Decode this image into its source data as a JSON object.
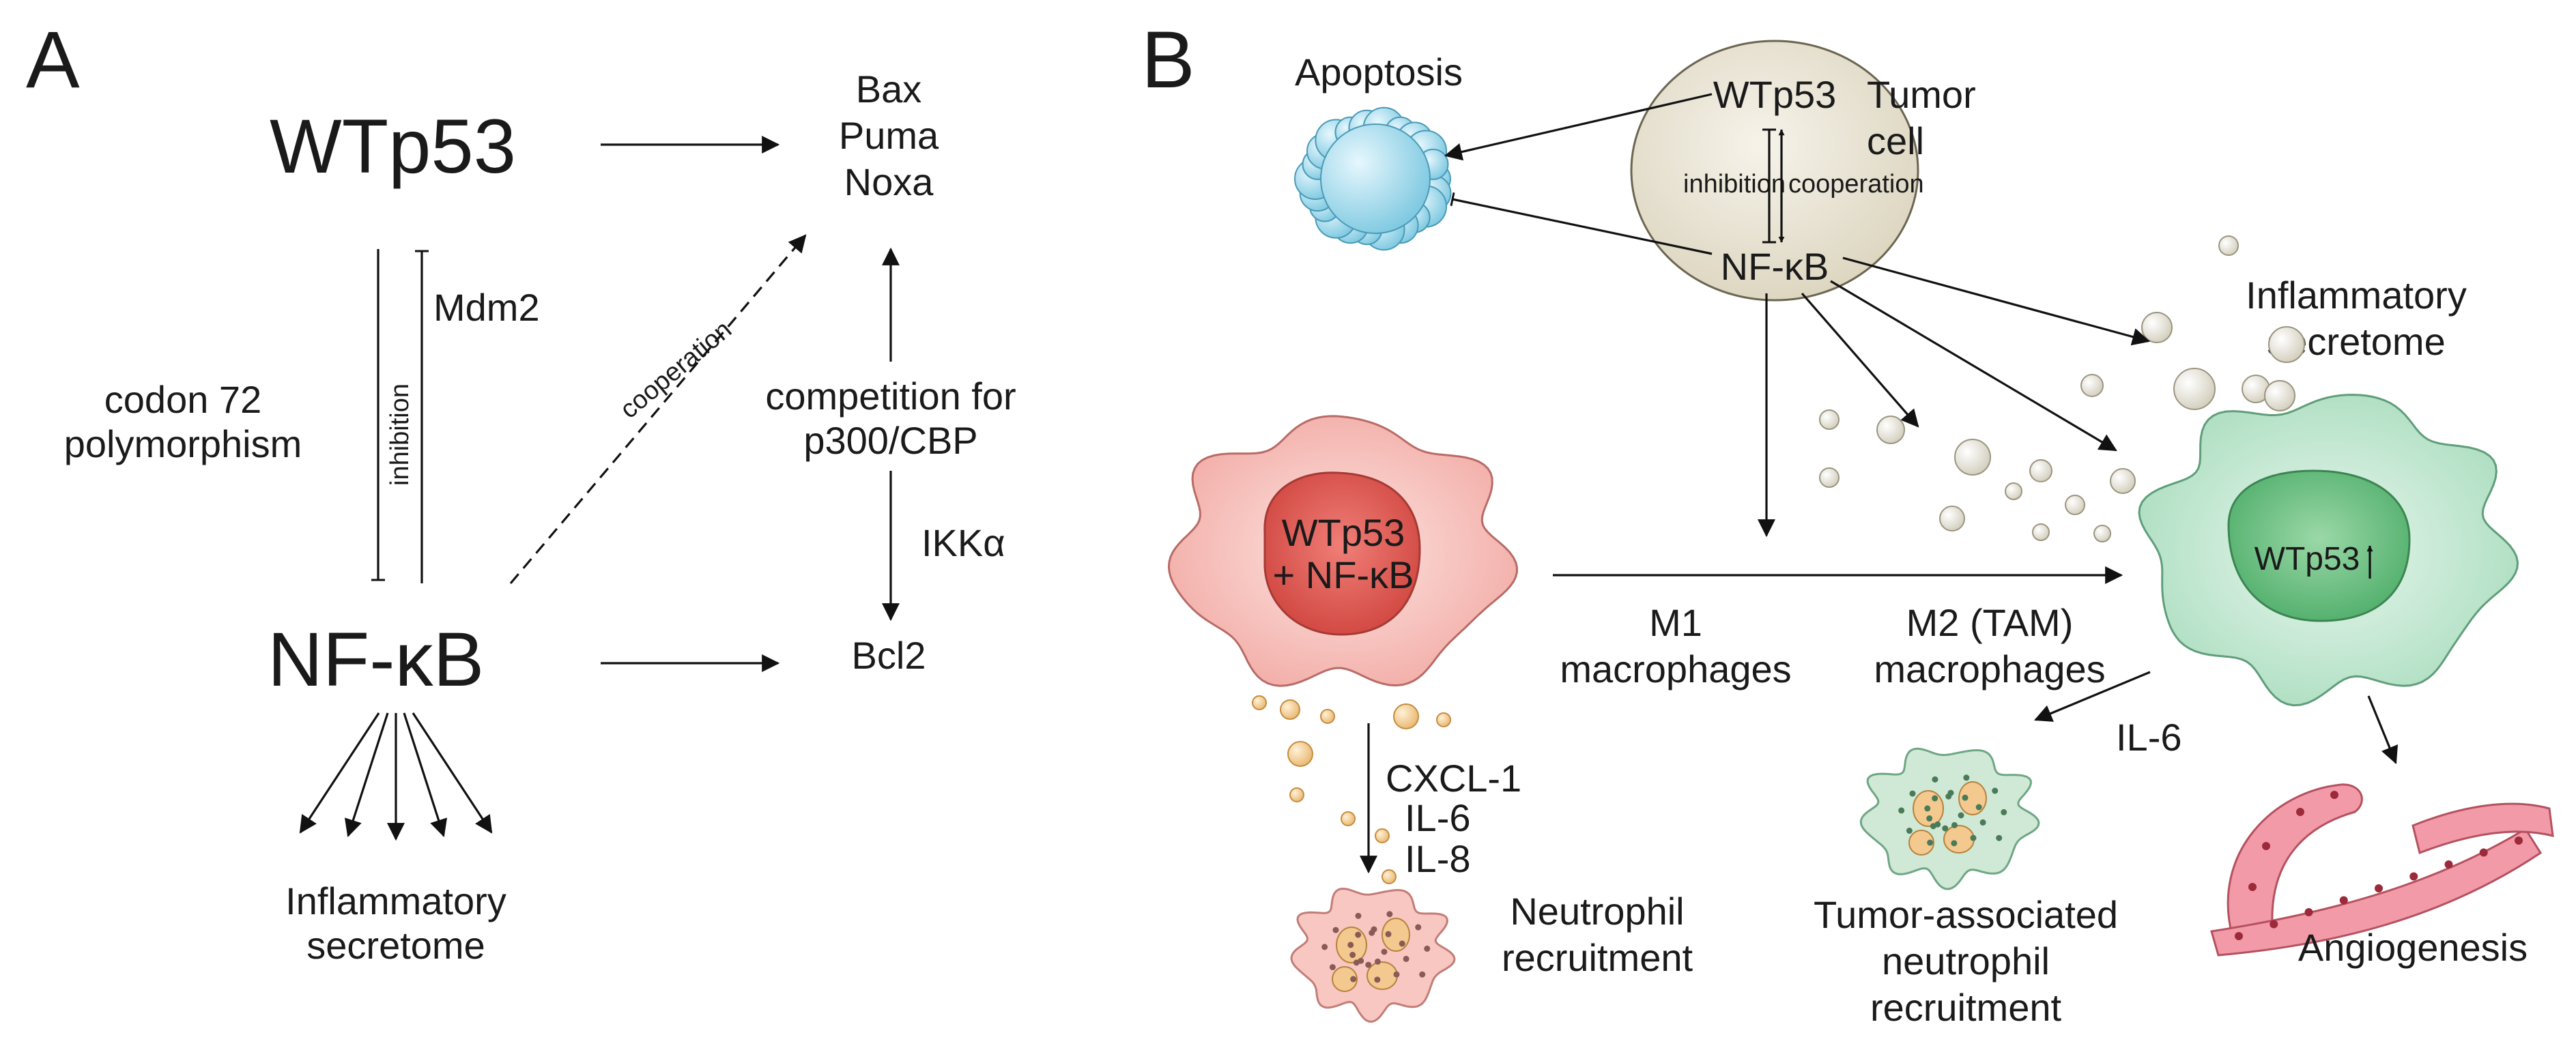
{
  "panel_a": {
    "letter": "A",
    "wtp53": "WTp53",
    "nfkb": "NF-κB",
    "targets_bax": "Bax",
    "targets_puma": "Puma",
    "targets_noxa": "Noxa",
    "bcl2": "Bcl2",
    "mdm2": "Mdm2",
    "codon_line1": "codon 72",
    "codon_line2": "polymorphism",
    "inhibition": "inhibition",
    "cooperation": "cooperation",
    "competition_line1": "competition for",
    "competition_line2": "p300/CBP",
    "ikka": "IKKα",
    "secretome_line1": "Inflammatory",
    "secretome_line2": "secretome"
  },
  "panel_b": {
    "letter": "B",
    "apoptosis": "Apoptosis",
    "cell_wtp53": "WTp53",
    "cell_nfkb": "NF-κB",
    "inhibition": "inhibition",
    "cooperation": "cooperation",
    "tumor_line1": "Tumor",
    "tumor_line2": "cell",
    "secretome_line1": "Inflammatory",
    "secretome_line2": "secretome",
    "m1_inner_line1": "WTp53",
    "m1_inner_line2": "+ NF-κB",
    "m2_inner": "WTp53",
    "m1_line1": "M1",
    "m1_line2": "macrophages",
    "m2_line1": "M2 (TAM)",
    "m2_line2": "macrophages",
    "cxcl1": "CXCL-1",
    "il6_left": "IL-6",
    "il8": "IL-8",
    "il6_right": "IL-6",
    "neutrophil_line1": "Neutrophil",
    "neutrophil_line2": "recruitment",
    "tan_line1": "Tumor-associated",
    "tan_line2": "neutrophil",
    "tan_line3": "recruitment",
    "angiogenesis": "Angiogenesis"
  },
  "colors": {
    "apoptosis_fill": "#8fd3e8",
    "tumor_cell_fill": "#e8e3d2",
    "m1_fill": "#f4b9b4",
    "m2_fill": "#b9e2cc",
    "vessel_fill": "#f29aa8",
    "granule": "#f3c98f"
  }
}
